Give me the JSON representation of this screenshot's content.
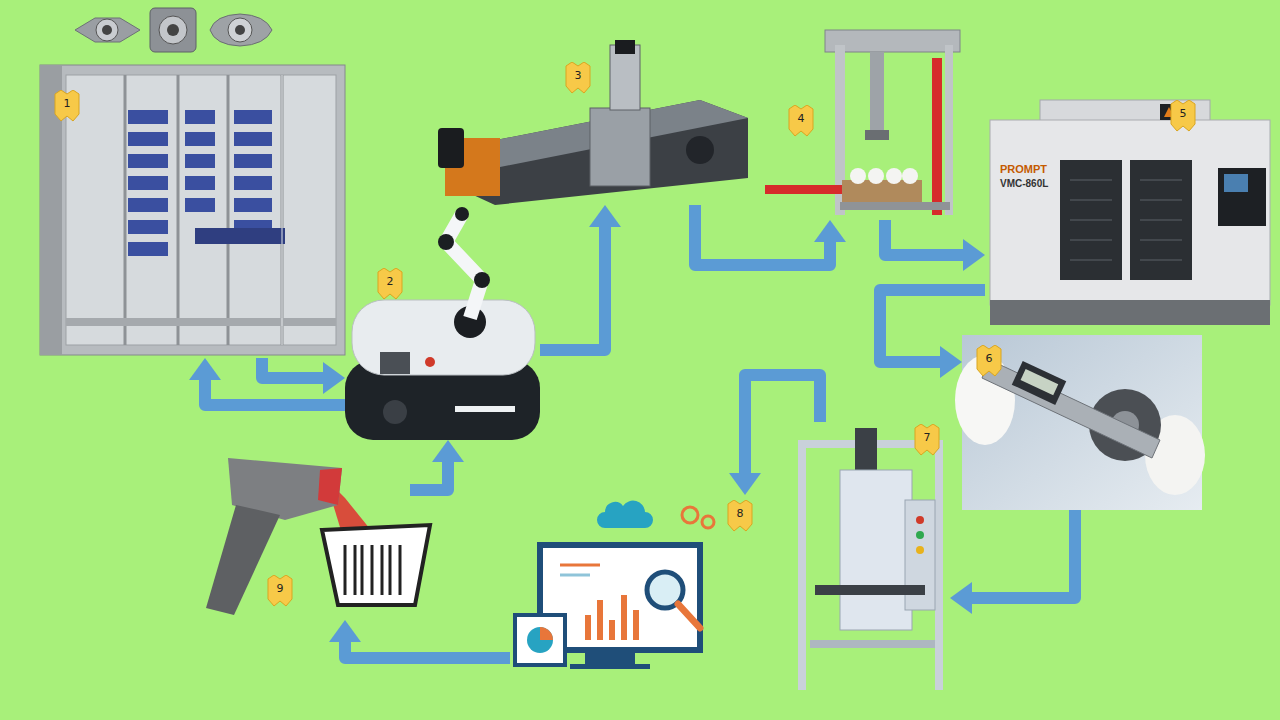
{
  "diagram": {
    "nodes": [
      {
        "text": [
          "1"
        ]
      },
      {
        "text": [
          "2"
        ]
      },
      {
        "text": [
          "3"
        ]
      },
      {
        "text": [
          "4"
        ]
      },
      {
        "text": [
          "5"
        ]
      },
      {
        "text": [
          "6"
        ]
      },
      {
        "text": [
          "7"
        ]
      },
      {
        "text": [
          "8"
        ]
      },
      {
        "text": [
          "9"
        ]
      }
    ],
    "edges": [
      {
        "from": 0,
        "to": 1,
        "arrow": "to"
      },
      {
        "from": 1,
        "to": 0,
        "arrow": "to"
      },
      {
        "from": 1,
        "to": 2,
        "arrow": "to"
      },
      {
        "from": 2,
        "to": 3,
        "arrow": "to"
      },
      {
        "from": 3,
        "to": 4,
        "arrow": "to"
      },
      {
        "from": 4,
        "to": 5,
        "arrow": "to"
      },
      {
        "from": 5,
        "to": 6,
        "arrow": "to"
      },
      {
        "from": 6,
        "to": 7,
        "arrow": "to"
      },
      {
        "from": 7,
        "to": 8,
        "arrow": "to"
      },
      {
        "from": 8,
        "to": 1,
        "arrow": "to"
      }
    ],
    "labels": [
      "PROMPT",
      "VMC-860L"
    ]
  }
}
